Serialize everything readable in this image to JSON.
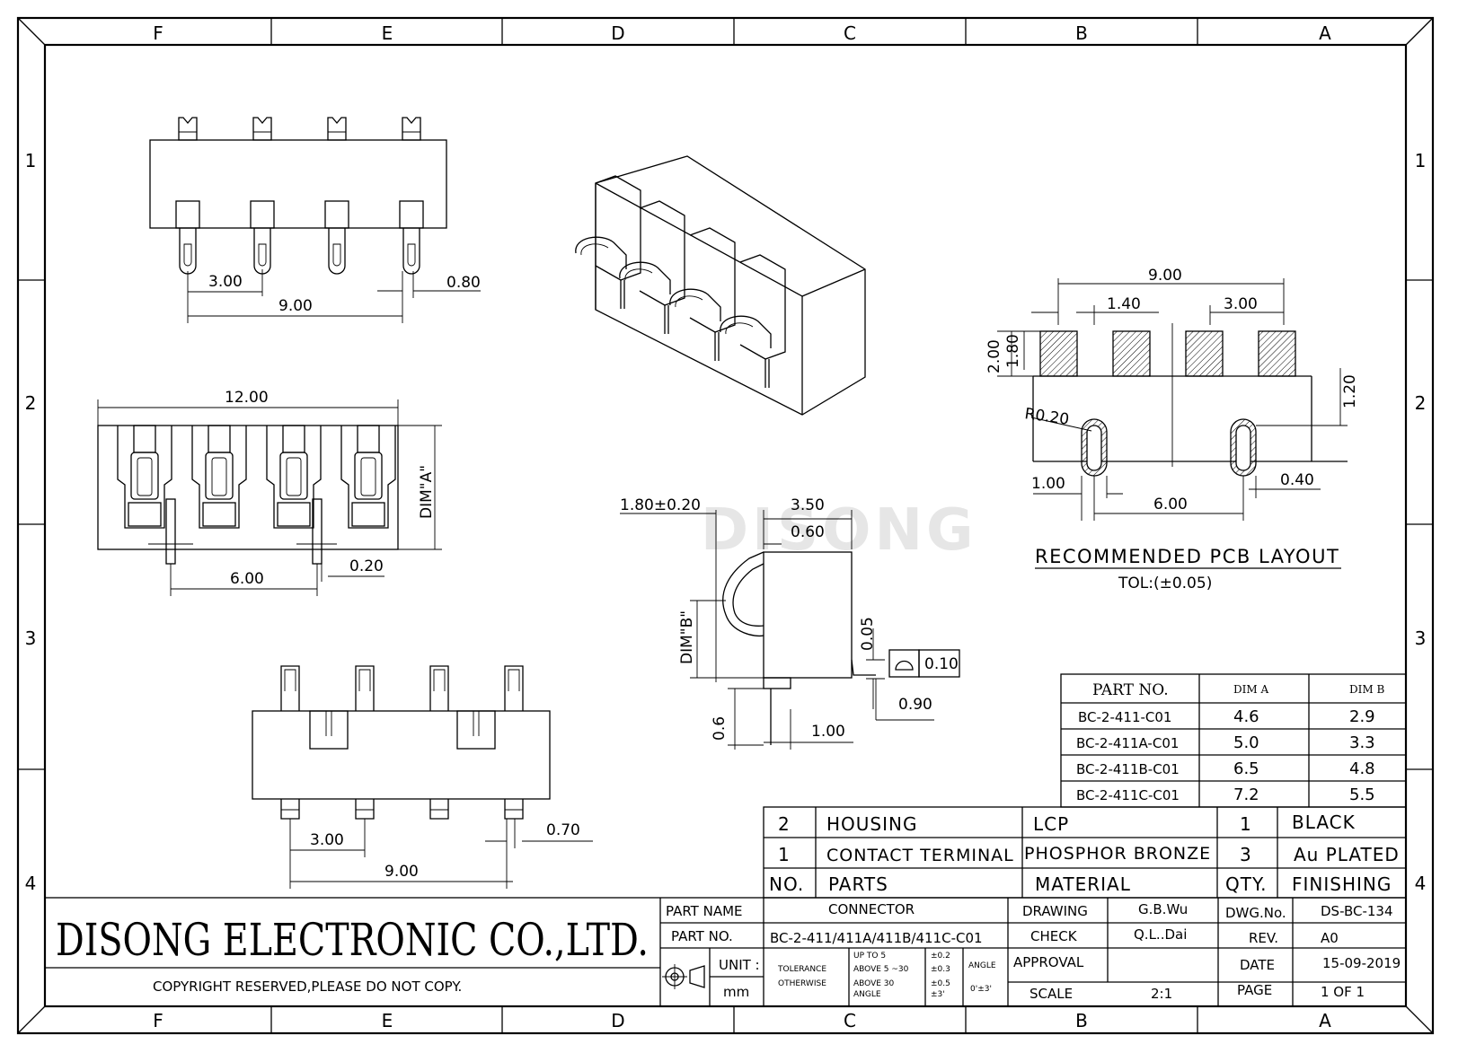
{
  "border": {
    "columns": [
      "F",
      "E",
      "D",
      "C",
      "B",
      "A"
    ],
    "rows": [
      "1",
      "2",
      "3",
      "4"
    ]
  },
  "watermark": "DISONG",
  "company": {
    "name": "DISONG ELECTRONIC CO.,LTD.",
    "copyright": "COPYRIGHT RESERVED,PLEASE DO NOT COPY."
  },
  "dimensions": {
    "top_view": {
      "pitch": "3.00",
      "span": "9.00",
      "contact_width": "0.80"
    },
    "bottom_view": {
      "width": "12.00",
      "dim_a": "DIM\"A\"",
      "peg_spacing": "6.00",
      "peg_width": "0.20"
    },
    "front_view": {
      "pitch": "3.00",
      "span": "9.00",
      "contact_width": "0.70"
    },
    "side_view": {
      "contact_height": "1.80±0.20",
      "depth": "3.50",
      "offset": "0.60",
      "dim_b": "DIM\"B\"",
      "standoff": "0.05",
      "flatness": "0.10",
      "tail": "0.90",
      "peg_length": "0.6",
      "peg_offset": "1.00"
    },
    "pcb": {
      "span": "9.00",
      "pad_width": "1.40",
      "pitch": "3.00",
      "pad_length_outer": "2.00",
      "pad_length_inner": "1.80",
      "hole_offset": "1.20",
      "radius": "R0.20",
      "edge": "1.00",
      "hole_width": "0.40",
      "hole_spacing": "6.00"
    }
  },
  "pcb_layout": {
    "title": "RECOMMENDED PCB LAYOUT",
    "tolerance": "TOL:(±0.05)"
  },
  "dim_table": {
    "headers": [
      "PART NO.",
      "DIM A",
      "DIM B"
    ],
    "rows": [
      [
        "BC-2-411-C01",
        "4.6",
        "2.9"
      ],
      [
        "BC-2-411A-C01",
        "5.0",
        "3.3"
      ],
      [
        "BC-2-411B-C01",
        "6.5",
        "4.8"
      ],
      [
        "BC-2-411C-C01",
        "7.2",
        "5.5"
      ]
    ]
  },
  "bom": {
    "rows": [
      [
        "2",
        "HOUSING",
        "LCP",
        "1",
        "BLACK"
      ],
      [
        "1",
        "CONTACT TERMINAL",
        "PHOSPHOR BRONZE",
        "3",
        "Au PLATED"
      ]
    ],
    "headers": [
      "NO.",
      "PARTS",
      "MATERIAL",
      "QTY.",
      "FINISHING"
    ]
  },
  "title_block": {
    "part_name_label": "PART NAME",
    "part_name": "CONNECTOR",
    "part_no_label": "PART NO.",
    "part_no": "BC-2-411/411A/411B/411C-C01",
    "unit_label": "UNIT :",
    "unit": "mm",
    "tolerance_label": "TOLERANCE",
    "otherwise_label": "OTHERWISE",
    "tol_rows": [
      [
        "UP TO 5",
        "±0.2"
      ],
      [
        "ABOVE 5 ~30",
        "±0.3"
      ],
      [
        "ABOVE 30",
        "±0.5"
      ],
      [
        "ANGLE",
        "±3'"
      ]
    ],
    "angle_label": "ANGLE",
    "angle_value": "0'±3'",
    "drawing_label": "DRAWING",
    "drawing": "G.B.Wu",
    "check_label": "CHECK",
    "check": "Q.L..Dai",
    "approval_label": "APPROVAL",
    "approval": "",
    "scale_label": "SCALE",
    "scale": "2:1",
    "dwg_label": "DWG.No.",
    "dwg": "DS-BC-134",
    "rev_label": "REV.",
    "rev": "A0",
    "date_label": "DATE",
    "date": "15-09-2019",
    "page_label": "PAGE",
    "page": "1 OF 1"
  }
}
